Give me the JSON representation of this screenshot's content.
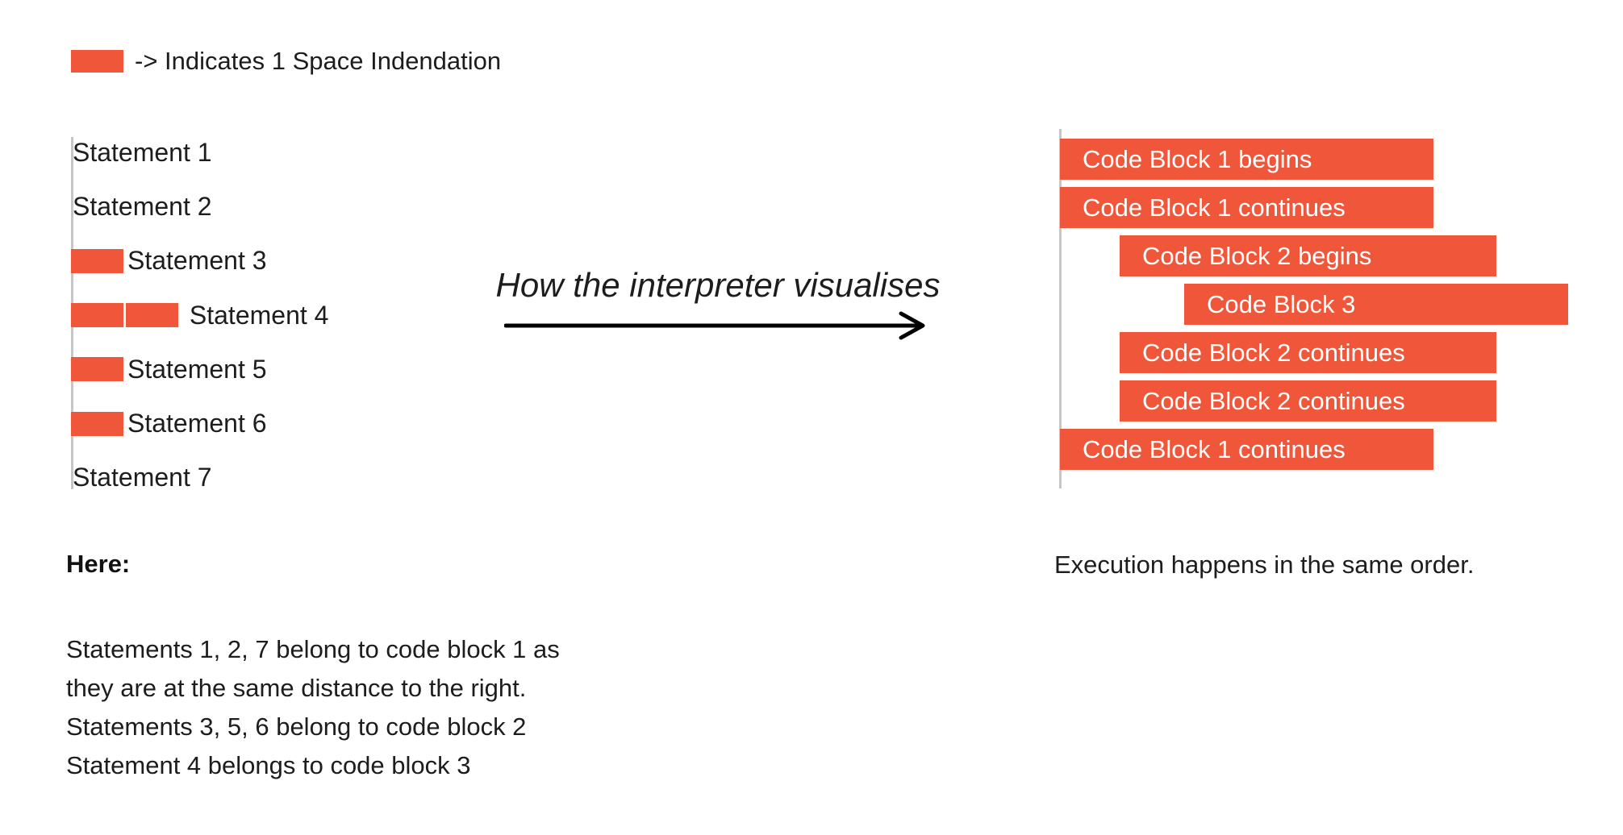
{
  "colors": {
    "accent": "#F0563A",
    "ink": "#1D1D1D",
    "guide_line": "#C6C6C6",
    "bar_text": "#FFFFFF",
    "background": "#FFFFFF"
  },
  "legend": {
    "label": "-> Indicates 1 Space Indendation"
  },
  "source_panel": {
    "statements": [
      {
        "label": "Statement 1",
        "indent": 0
      },
      {
        "label": "Statement 2",
        "indent": 0
      },
      {
        "label": "Statement 3",
        "indent": 1
      },
      {
        "label": " Statement 4",
        "indent": 2
      },
      {
        "label": "Statement 5",
        "indent": 1
      },
      {
        "label": "Statement 6",
        "indent": 1
      },
      {
        "label": "Statement 7",
        "indent": 0
      }
    ]
  },
  "transition": {
    "caption": "How the interpreter visualises"
  },
  "interpreter_panel": {
    "blocks": [
      {
        "label": "Code Block 1 begins",
        "level": 0
      },
      {
        "label": "Code Block 1 continues",
        "level": 0
      },
      {
        "label": "Code Block 2 begins",
        "level": 1
      },
      {
        "label": "Code Block 3",
        "level": 2
      },
      {
        "label": "Code Block 2 continues",
        "level": 1
      },
      {
        "label": "Code Block 2 continues",
        "level": 1
      },
      {
        "label": "Code Block 1 continues",
        "level": 0
      }
    ],
    "caption": "Execution happens in the same order."
  },
  "explanation": {
    "heading": "Here:",
    "lines": [
      "Statements 1, 2, 7 belong to code block 1 as",
      "they are at the same distance to the right.",
      "Statements 3, 5, 6 belong to code block 2",
      "Statement 4 belongs to code block 3"
    ]
  }
}
